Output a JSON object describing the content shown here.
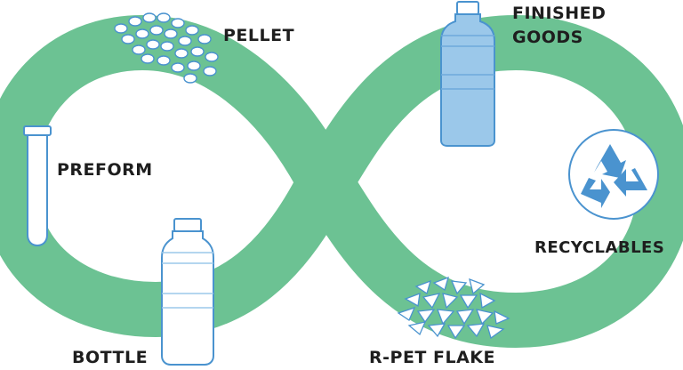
{
  "labels": {
    "pellet": "PELLET",
    "finished_goods_line1": "FINISHED",
    "finished_goods_line2": "GOODS",
    "preform": "PREFORM",
    "recyclables": "RECYCLABLES",
    "bottle": "BOTTLE",
    "rpet_flake": "R-PET FLAKE"
  },
  "colors": {
    "loop": "#6cc293",
    "bottle_fill": "#ffffff",
    "bottle_liquid": "#9bc8ea",
    "outline": "#5b9bd5",
    "recycle_icon": "#4a93cf",
    "text": "#1e1e1e"
  },
  "icons": [
    "pellet-pile-icon",
    "finished-bottle-icon",
    "preform-icon",
    "recycle-icon",
    "bottle-icon",
    "flake-pile-icon"
  ]
}
